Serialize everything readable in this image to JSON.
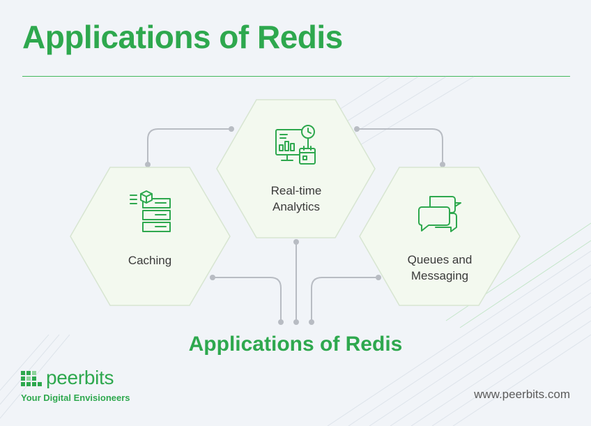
{
  "header": {
    "title": "Applications of Redis"
  },
  "diagram": {
    "center_label": "Applications of Redis",
    "nodes": [
      {
        "id": "caching",
        "label": "Caching",
        "icon": "server-cache-icon"
      },
      {
        "id": "analytics",
        "label": "Real-time\nAnalytics",
        "icon": "analytics-dashboard-icon"
      },
      {
        "id": "queues",
        "label": "Queues and\nMessaging",
        "icon": "chat-bubbles-icon"
      }
    ]
  },
  "footer": {
    "brand": "peerbits",
    "tagline": "Your Digital Envisioneers",
    "website": "www.peerbits.com"
  },
  "colors": {
    "accent": "#2ea84e",
    "hex_fill": "#f3f9ef",
    "hex_stroke": "#d7e5d1",
    "connector": "#b8bcc3",
    "background": "#f1f4f8"
  }
}
